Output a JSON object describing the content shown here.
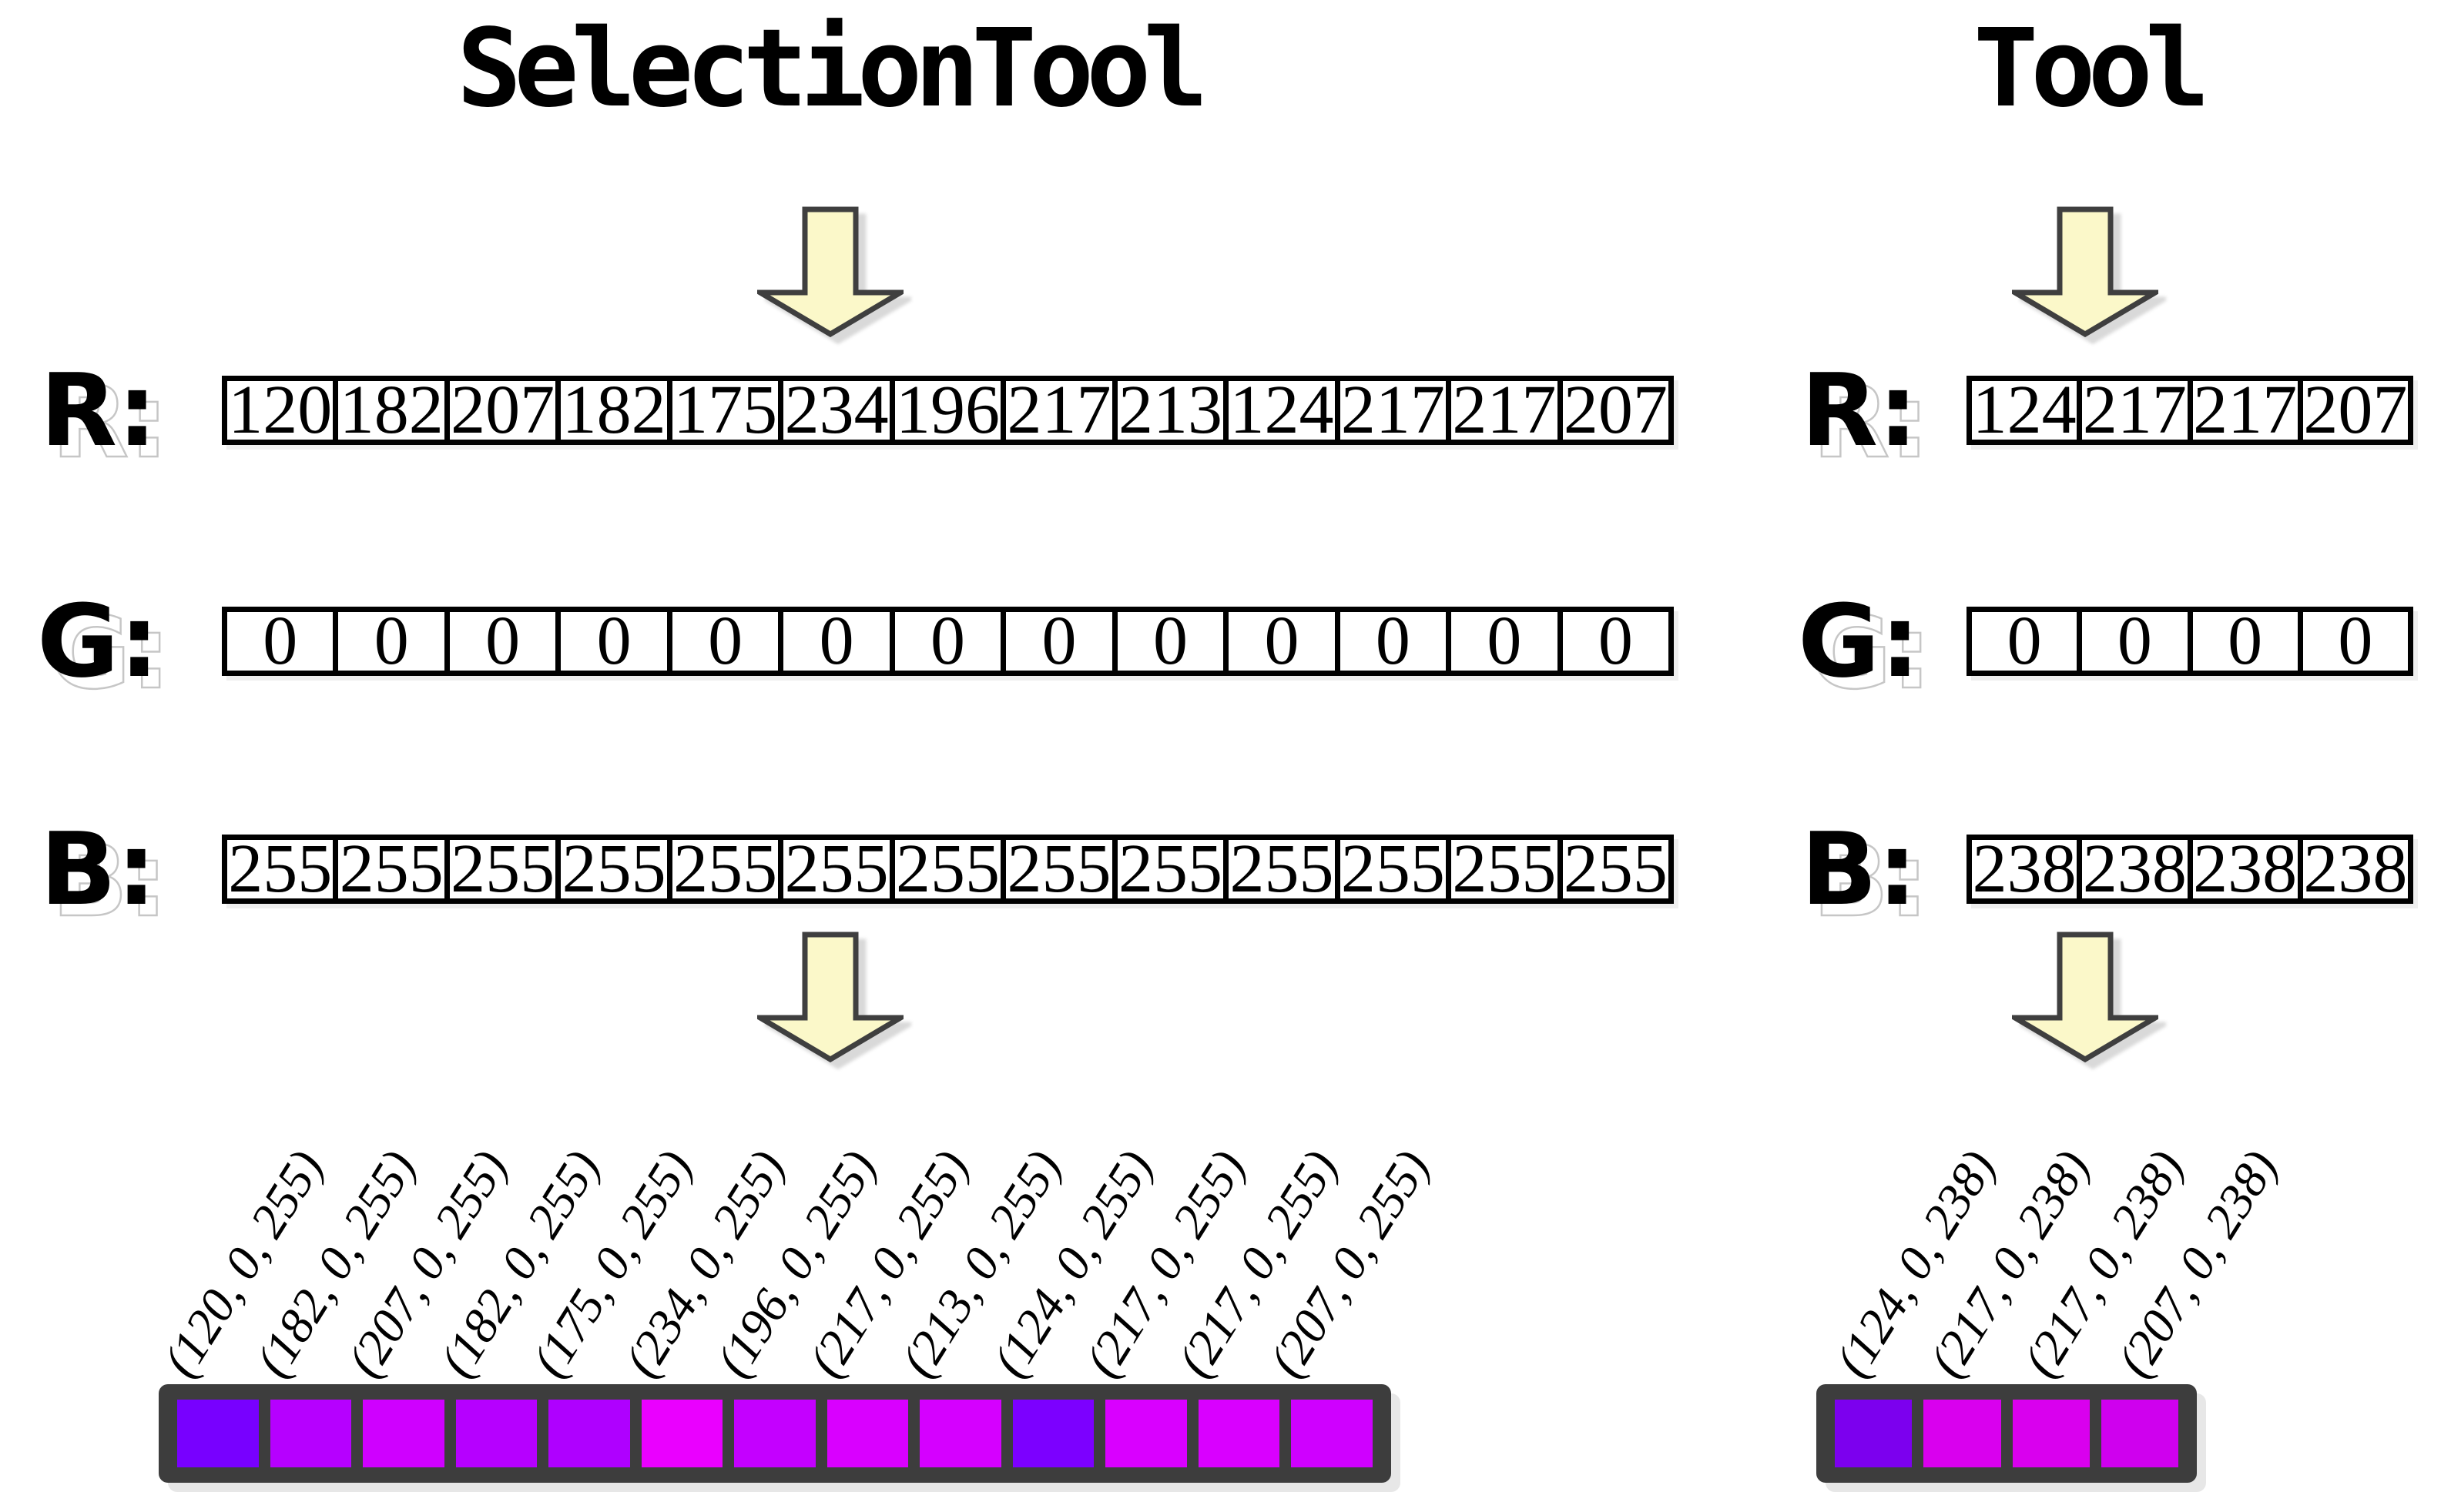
{
  "colors": {
    "arrow_fill": "#FBF8C9",
    "arrow_outline": "#3F3F3F",
    "strip_frame": "#3D3D3D",
    "cell_border": "#000000"
  },
  "left": {
    "title": "SelectionTool",
    "rows": [
      {
        "label": "R:",
        "values": [
          "120",
          "182",
          "207",
          "182",
          "175",
          "234",
          "196",
          "217",
          "213",
          "124",
          "217",
          "217",
          "207"
        ]
      },
      {
        "label": "G:",
        "values": [
          "0",
          "0",
          "0",
          "0",
          "0",
          "0",
          "0",
          "0",
          "0",
          "0",
          "0",
          "0",
          "0"
        ]
      },
      {
        "label": "B:",
        "values": [
          "255",
          "255",
          "255",
          "255",
          "255",
          "255",
          "255",
          "255",
          "255",
          "255",
          "255",
          "255",
          "255"
        ]
      }
    ],
    "tuples": [
      "(120, 0, 255)",
      "(182, 0, 255)",
      "(207, 0, 255)",
      "(182, 0, 255)",
      "(175, 0, 255)",
      "(234, 0, 255)",
      "(196, 0, 255)",
      "(217, 0, 255)",
      "(213, 0, 255)",
      "(124, 0, 255)",
      "(217, 0, 255)",
      "(217, 0, 255)",
      "(207, 0, 255)"
    ],
    "swatches": [
      "#7800FF",
      "#B600FF",
      "#CF00FF",
      "#B600FF",
      "#AF00FF",
      "#EA00FF",
      "#C400FF",
      "#D900FF",
      "#D500FF",
      "#7C00FF",
      "#D900FF",
      "#D900FF",
      "#CF00FF"
    ]
  },
  "right": {
    "title": "Tool",
    "rows": [
      {
        "label": "R:",
        "values": [
          "124",
          "217",
          "217",
          "207"
        ]
      },
      {
        "label": "G:",
        "values": [
          "0",
          "0",
          "0",
          "0"
        ]
      },
      {
        "label": "B:",
        "values": [
          "238",
          "238",
          "238",
          "238"
        ]
      }
    ],
    "tuples": [
      "(124, 0, 238)",
      "(217, 0, 238)",
      "(217, 0, 238)",
      "(207, 0, 238)"
    ],
    "swatches": [
      "#7C00EE",
      "#D900EE",
      "#D900EE",
      "#CF00EE"
    ]
  }
}
